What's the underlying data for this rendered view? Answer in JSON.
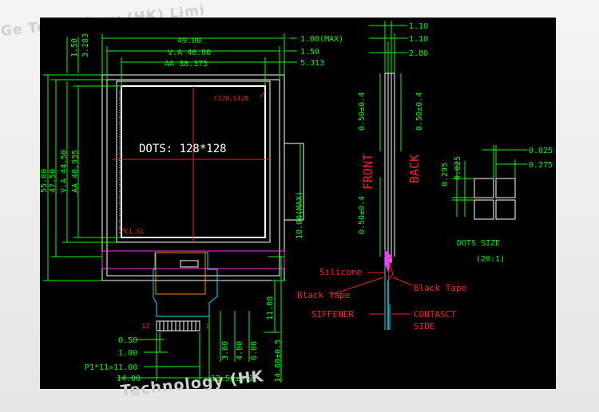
{
  "watermark": {
    "top": "Ge   Technology (HK) Limi",
    "bottom": "Technology (HK"
  },
  "colors": {
    "dimension": "#00ff00",
    "outline": "#ffffff",
    "label": "#ff2020",
    "flex": "#00e5ff",
    "hatch": "#ff33ff"
  },
  "front_view": {
    "dims_top": {
      "overall_width": "49.00",
      "va_width": "V.A 46.00",
      "aa_width": "AA 38.375",
      "max_offset": "1.00(MAX)",
      "offset_1": "1.50",
      "offset_2": "5.313"
    },
    "dims_left": {
      "top_1": "1.50",
      "top_2": "3.283",
      "total_height": "55.00",
      "outline_height": "47.50",
      "va_height": "V.A 44.50",
      "aa_height": "AA 40.935"
    },
    "dims_right": {
      "max_thickness": "10.00(MAX)",
      "tail_length": "11.80",
      "tail_total": "14.80±0.5"
    },
    "dims_bottom": {
      "p1": "0.50",
      "p2": "1.00",
      "pitch": "P1*11=11.00",
      "width_14": "14.00",
      "width_12": "12.50±0.2",
      "d3": "3.00",
      "d4": "4.00",
      "d6": "6.00"
    },
    "active_area": {
      "label": "DOTS: 128*128",
      "corner_top": "C128,S128",
      "corner_bottom": "C1,S1"
    },
    "pins": {
      "left": "12",
      "right": "1"
    }
  },
  "side_view": {
    "dims": {
      "t1": "1.10",
      "t2": "1.10",
      "t3": "2.80",
      "top_tol": "0.50±0.4",
      "bottom_tol": "0.50±0.4",
      "back_tol": "0.50±0.4"
    },
    "labels": {
      "front": "FRONT",
      "back": "BACK",
      "silicone": "Silicone",
      "black_tape_1": "Black Tape",
      "black_tape_2": "Black Tape",
      "stiffener": "SIFFENER",
      "contact_1": "CONTASCT",
      "contact_2": "SIDE"
    }
  },
  "dots_detail": {
    "dims": {
      "a": "0.025",
      "b": "0.275",
      "c": "0.295",
      "d": "0.025"
    },
    "title": "DOTS SIZE",
    "scale": "(20:1)"
  }
}
